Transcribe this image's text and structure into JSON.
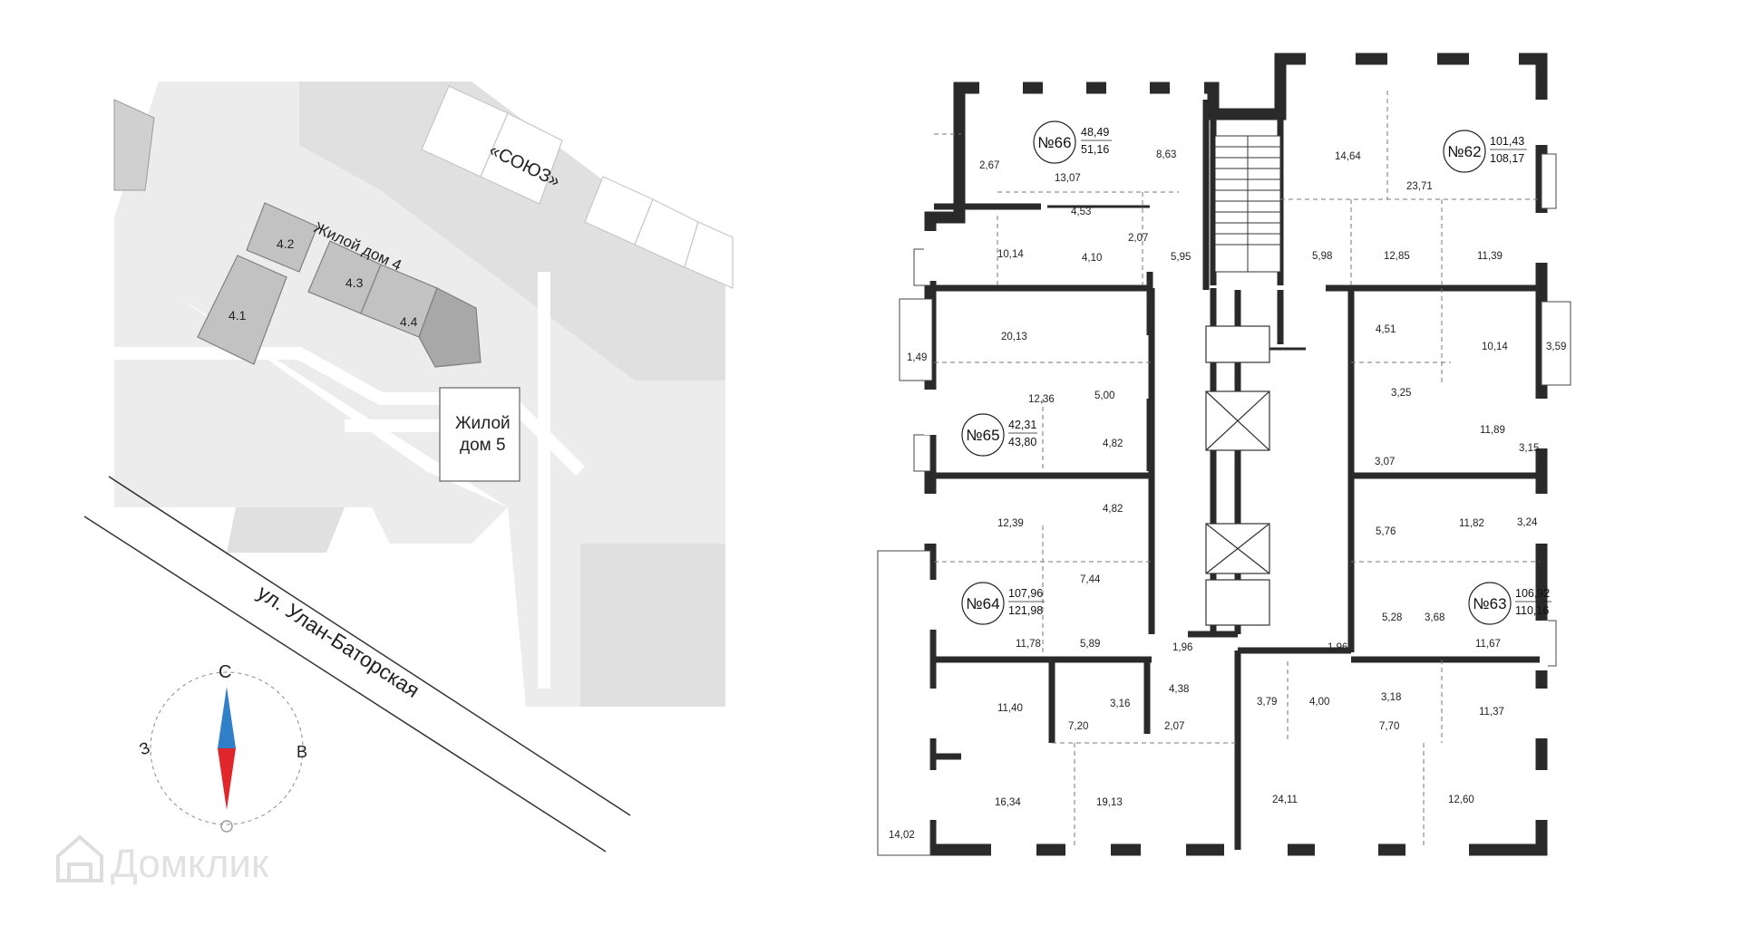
{
  "site_plan": {
    "building_label": "Жилой дом 4",
    "sections": [
      "4.1",
      "4.2",
      "4.3",
      "4.4"
    ],
    "neighbor_building": "Жилой дом 5",
    "neighbor_label_line1": "Жилой",
    "neighbor_label_line2": "дом 5",
    "complex_name": "«СОЮЗ»",
    "street": "ул. Улан-Баторская",
    "compass": {
      "north": "С",
      "east": "В",
      "west": "З"
    }
  },
  "floor_plan": {
    "apartments": [
      {
        "number": "№66",
        "area_living": "48,49",
        "area_total": "51,16"
      },
      {
        "number": "№62",
        "area_living": "101,43",
        "area_total": "108,17"
      },
      {
        "number": "№65",
        "area_living": "42,31",
        "area_total": "43,80"
      },
      {
        "number": "№64",
        "area_living": "107,96",
        "area_total": "121,98"
      },
      {
        "number": "№63",
        "area_living": "106,92",
        "area_total": "110,16"
      }
    ],
    "room_areas": [
      "2,67",
      "13,07",
      "8,63",
      "4,53",
      "2,07",
      "10,14",
      "4,10",
      "5,95",
      "14,64",
      "23,71",
      "5,98",
      "12,85",
      "11,39",
      "20,13",
      "1,49",
      "12,36",
      "5,00",
      "4,82",
      "4,82",
      "4,51",
      "10,14",
      "3,59",
      "3,25",
      "11,89",
      "3,15",
      "3,07",
      "12,39",
      "7,44",
      "5,76",
      "11,82",
      "3,24",
      "5,28",
      "3,68",
      "11,78",
      "5,89",
      "1,96",
      "1,96",
      "11,67",
      "3,16",
      "4,38",
      "3,79",
      "4,00",
      "3,18",
      "11,40",
      "7,20",
      "2,07",
      "7,70",
      "11,37",
      "16,34",
      "19,13",
      "24,11",
      "12,60",
      "14,02"
    ]
  },
  "watermark": "Домклик"
}
